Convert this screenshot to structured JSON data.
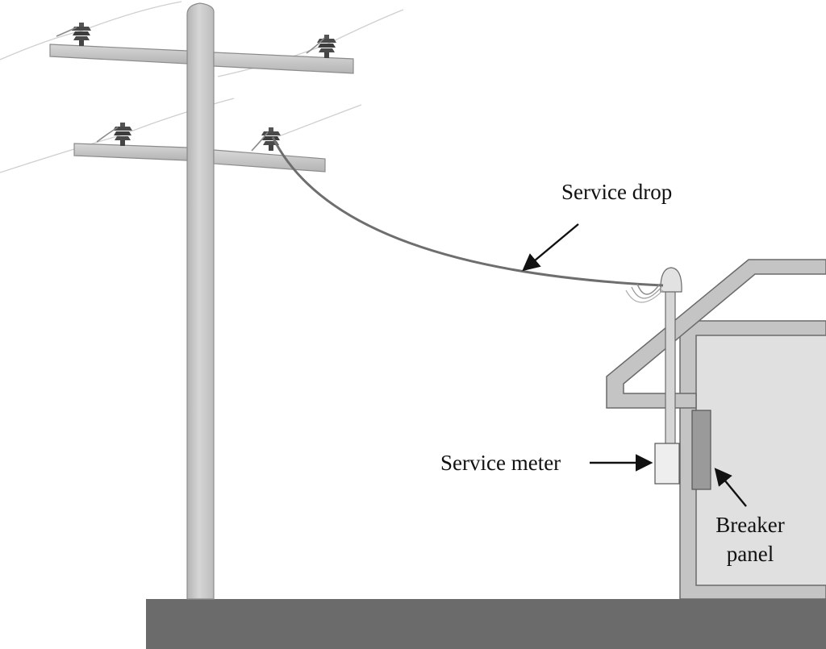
{
  "labels": {
    "service_drop": "Service drop",
    "service_meter": "Service meter",
    "breaker_panel_line1": "Breaker",
    "breaker_panel_line2": "panel"
  },
  "colors": {
    "background": "#ffffff",
    "pole": "#c8c8c8",
    "pole_edge": "#8c8c8c",
    "ground": "#6b6b6b",
    "house_wall": "#e0e0e0",
    "house_trim": "#c4c4c4",
    "house_edge": "#6a6a6a",
    "breaker_panel": "#9a9a9a",
    "meter": "#eeeeee",
    "insulator": "#4a4a4a",
    "wire": "#6e6e6e",
    "text": "#111111"
  },
  "icons": [
    "utility-pole",
    "insulator",
    "weatherhead",
    "arrow"
  ]
}
